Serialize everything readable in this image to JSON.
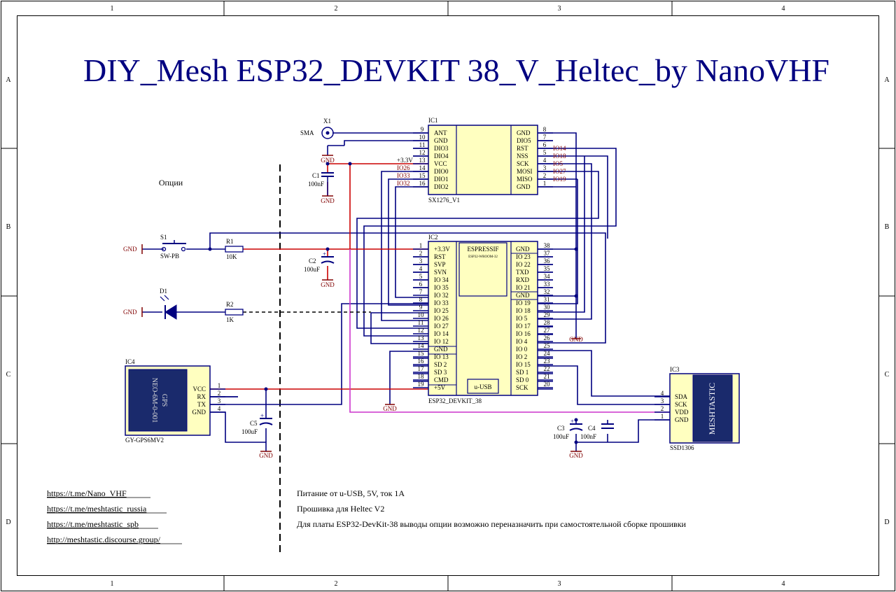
{
  "title": "DIY_Mesh ESP32_DEVKIT 38_V_Heltec_by NanoVHF",
  "frame": {
    "cols": [
      "1",
      "2",
      "3",
      "4"
    ],
    "rows": [
      "A",
      "B",
      "C",
      "D"
    ]
  },
  "options_label": "Опции",
  "colors": {
    "wire": "#000080",
    "power": "#cc0000",
    "vdd": "#cc33cc",
    "body": "#ffffc0",
    "outline": "#000080",
    "netlabel": "#800000",
    "text": "#000000"
  },
  "x1": {
    "ref": "X1",
    "name": "SMA",
    "gnd": "GND"
  },
  "c1": {
    "ref": "C1",
    "value": "100nF",
    "gnd": "GND"
  },
  "ic1": {
    "ref": "IC1",
    "part": "SX1276_V1",
    "left_pins": [
      {
        "num": "9",
        "name": "ANT",
        "net": ""
      },
      {
        "num": "10",
        "name": "GND",
        "net": ""
      },
      {
        "num": "11",
        "name": "DIO3",
        "net": ""
      },
      {
        "num": "12",
        "name": "DIO4",
        "net": ""
      },
      {
        "num": "13",
        "name": "VCC",
        "net": "+3.3V"
      },
      {
        "num": "14",
        "name": "DIO0",
        "net": "IO26"
      },
      {
        "num": "15",
        "name": "DIO1",
        "net": "IO33"
      },
      {
        "num": "16",
        "name": "DIO2",
        "net": "IO32"
      }
    ],
    "right_pins": [
      {
        "num": "8",
        "name": "GND",
        "net": ""
      },
      {
        "num": "7",
        "name": "DIO5",
        "net": ""
      },
      {
        "num": "6",
        "name": "RST",
        "net": "IO14"
      },
      {
        "num": "5",
        "name": "NSS",
        "net": "IO18"
      },
      {
        "num": "4",
        "name": "SCK",
        "net": "IO5"
      },
      {
        "num": "3",
        "name": "MOSI",
        "net": "IO27"
      },
      {
        "num": "2",
        "name": "MISO",
        "net": "IO19"
      },
      {
        "num": "1",
        "name": "GND",
        "net": ""
      }
    ]
  },
  "s1": {
    "ref": "S1",
    "part": "SW-PB",
    "gnd": "GND"
  },
  "r1": {
    "ref": "R1",
    "value": "10K"
  },
  "d1": {
    "ref": "D1",
    "gnd": "GND"
  },
  "r2": {
    "ref": "R2",
    "value": "1K"
  },
  "c2": {
    "ref": "C2",
    "value": "100uF",
    "gnd": "GND"
  },
  "ic2": {
    "ref": "IC2",
    "part": "ESP32_DEVKIT_38",
    "chip_brand": "ESPRESSIF",
    "chip_model": "ESP32-WROOM-32",
    "usb": "u-USB",
    "left_pins": [
      {
        "num": "1",
        "name": "+3.3V"
      },
      {
        "num": "2",
        "name": "RST"
      },
      {
        "num": "3",
        "name": "SVP"
      },
      {
        "num": "4",
        "name": "SVN"
      },
      {
        "num": "5",
        "name": "IO 34"
      },
      {
        "num": "6",
        "name": "IO 35"
      },
      {
        "num": "7",
        "name": "IO 32"
      },
      {
        "num": "8",
        "name": "IO 33"
      },
      {
        "num": "9",
        "name": "IO 25"
      },
      {
        "num": "10",
        "name": "IO 26"
      },
      {
        "num": "11",
        "name": "IO 27"
      },
      {
        "num": "12",
        "name": "IO 14"
      },
      {
        "num": "13",
        "name": "IO 12"
      },
      {
        "num": "14",
        "name": "GND"
      },
      {
        "num": "15",
        "name": "IO 13"
      },
      {
        "num": "16",
        "name": "SD 2"
      },
      {
        "num": "17",
        "name": "SD 3"
      },
      {
        "num": "18",
        "name": "CMD"
      },
      {
        "num": "19",
        "name": "+5V"
      }
    ],
    "right_pins": [
      {
        "num": "38",
        "name": "GND"
      },
      {
        "num": "37",
        "name": "IO 23"
      },
      {
        "num": "36",
        "name": "IO 22"
      },
      {
        "num": "35",
        "name": "TXD"
      },
      {
        "num": "34",
        "name": "RXD"
      },
      {
        "num": "33",
        "name": "IO 21"
      },
      {
        "num": "32",
        "name": "GND"
      },
      {
        "num": "31",
        "name": "IO 19"
      },
      {
        "num": "30",
        "name": "IO 18"
      },
      {
        "num": "29",
        "name": "IO 5"
      },
      {
        "num": "28",
        "name": "IO 17"
      },
      {
        "num": "27",
        "name": "IO 16"
      },
      {
        "num": "26",
        "name": "IO 4"
      },
      {
        "num": "25",
        "name": "IO 0"
      },
      {
        "num": "24",
        "name": "IO 2"
      },
      {
        "num": "23",
        "name": "IO 15"
      },
      {
        "num": "22",
        "name": "SD 1"
      },
      {
        "num": "21",
        "name": "SD 0"
      },
      {
        "num": "20",
        "name": "SCK"
      }
    ],
    "gnd_left": "GND",
    "gnd_right": "GND"
  },
  "ic4": {
    "ref": "IC4",
    "part": "GY-GPS6MV2",
    "module_line1": "GPS",
    "module_line2": "NEO-6M-0-001",
    "pins": [
      {
        "num": "1",
        "name": "VCC"
      },
      {
        "num": "2",
        "name": "RX"
      },
      {
        "num": "3",
        "name": "TX"
      },
      {
        "num": "4",
        "name": "GND"
      }
    ]
  },
  "c5": {
    "ref": "C5",
    "value": "100uF",
    "gnd": "GND"
  },
  "ic3": {
    "ref": "IC3",
    "part": "SSD1306",
    "brand": "MESHTASTIC",
    "pins": [
      {
        "num": "4",
        "name": "SDA"
      },
      {
        "num": "3",
        "name": "SCK"
      },
      {
        "num": "2",
        "name": "VDD"
      },
      {
        "num": "1",
        "name": "GND"
      }
    ]
  },
  "c3": {
    "ref": "C3",
    "value": "100uF"
  },
  "c4": {
    "ref": "C4",
    "value": "100nF"
  },
  "gnd_c3c4": "GND",
  "links": [
    "https://t.me/Nano_VHF",
    "https://t.me/meshtastic_russia",
    "https://t.me/meshtastic_spb",
    "http://meshtastic.discourse.group/"
  ],
  "notes": [
    "Питание от u-USB, 5V, ток 1A",
    "Прошивка для Heltec V2",
    "Для платы ESP32-DevKit-38 выводы опции возможно переназначить при самостоятельной сборке прошивки"
  ]
}
